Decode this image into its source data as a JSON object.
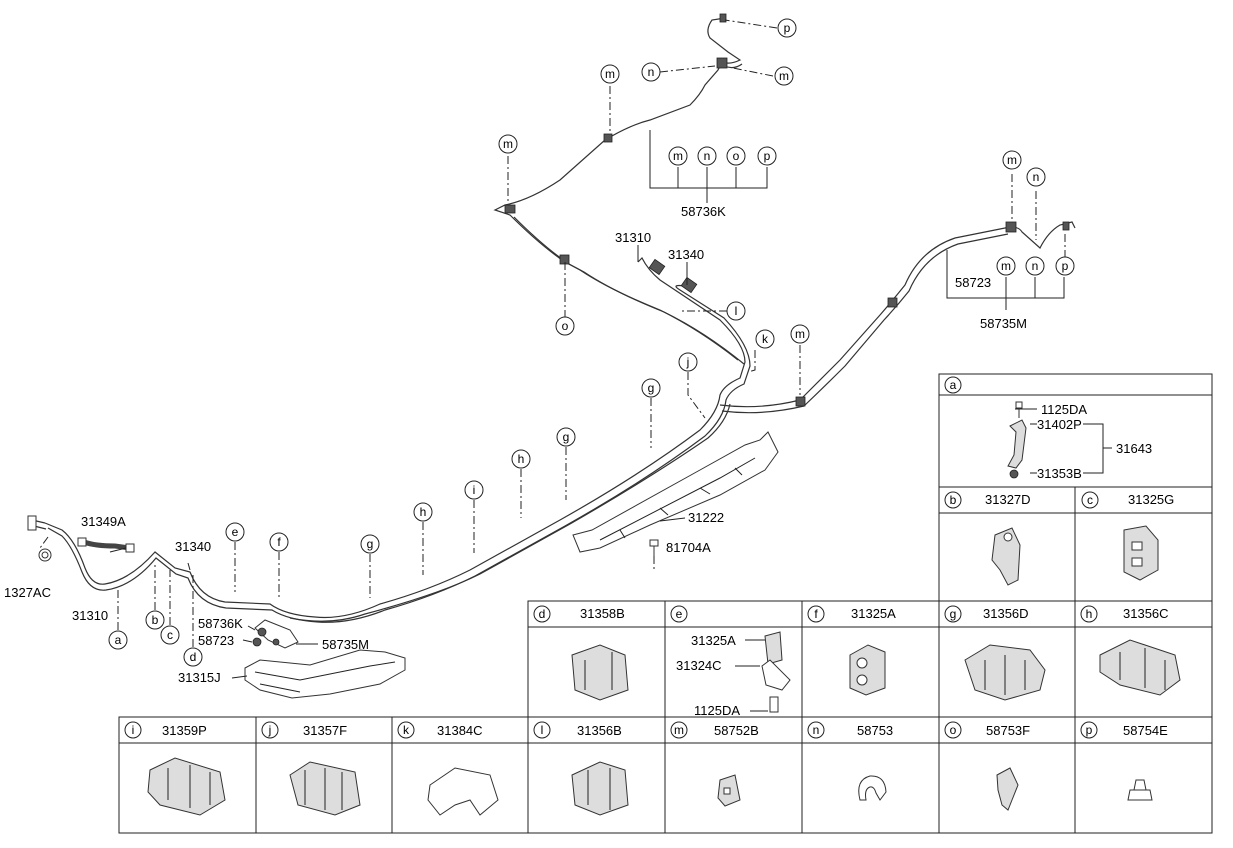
{
  "callouts": {
    "a": "a",
    "b": "b",
    "c": "c",
    "d": "d",
    "e": "e",
    "f": "f",
    "g": "g",
    "h": "h",
    "i": "i",
    "j": "j",
    "k": "k",
    "l": "l",
    "m": "m",
    "n": "n",
    "o": "o",
    "p": "p"
  },
  "parts": {
    "p31310_a": "31310",
    "p31340_a": "31340",
    "p31310_b": "31310",
    "p31340_b": "31340",
    "p31349A": "31349A",
    "p1327AC": "1327AC",
    "p58736K_a": "58736K",
    "p58723_a": "58723",
    "p58735M_a": "58735M",
    "p31315J": "31315J",
    "p31222": "31222",
    "p81704A": "81704A",
    "p58736K_b": "58736K",
    "p58723_b": "58723",
    "p58735M_b": "58735M"
  },
  "panel_a": {
    "p1125DA": "1125DA",
    "p31402P": "31402P",
    "p31353B": "31353B",
    "p31643": "31643"
  },
  "panel_e": {
    "p31325A": "31325A",
    "p31324C": "31324C",
    "p1125DA": "1125DA"
  },
  "legend": {
    "b": "31327D",
    "c": "31325G",
    "d": "31358B",
    "f": "31325A",
    "g": "31356D",
    "h": "31356C",
    "i": "31359P",
    "j": "31357F",
    "k": "31384C",
    "l": "31356B",
    "m": "58752B",
    "n": "58753",
    "o": "58753F",
    "p": "58754E"
  }
}
